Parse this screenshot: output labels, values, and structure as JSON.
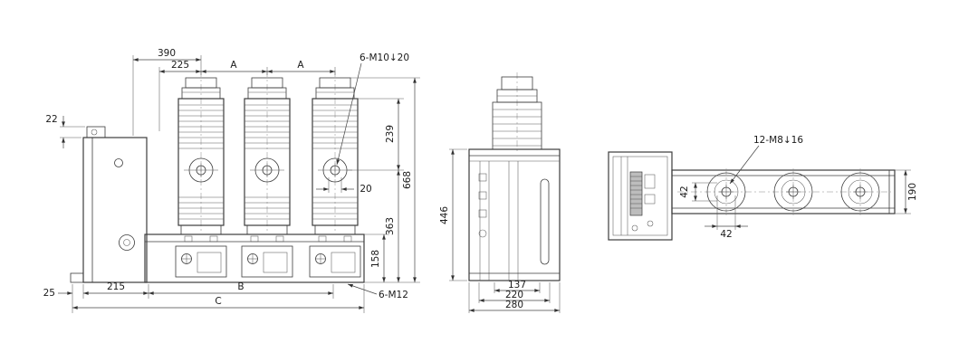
{
  "style": {
    "background": "#ffffff",
    "line_color": "#3c3c3c"
  },
  "front_view": {
    "dim_390": "390",
    "dim_225": "225",
    "dim_A_left": "A",
    "dim_A_right": "A",
    "thread_callout_top": "6-M10↓20",
    "dim_22": "22",
    "dim_239": "239",
    "dim_20": "20",
    "dim_668": "668",
    "dim_363": "363",
    "dim_158": "158",
    "dim_25": "25",
    "dim_215": "215",
    "dim_B": "B",
    "dim_C": "C",
    "thread_callout_bottom": "6-M12"
  },
  "side_view": {
    "dim_446": "446",
    "dim_137": "137",
    "dim_220": "220",
    "dim_280": "280"
  },
  "rear_view": {
    "thread_callout": "12-M8↓16",
    "dim_42_vertical": "42",
    "dim_42_horizontal": "42",
    "dim_190": "190"
  }
}
